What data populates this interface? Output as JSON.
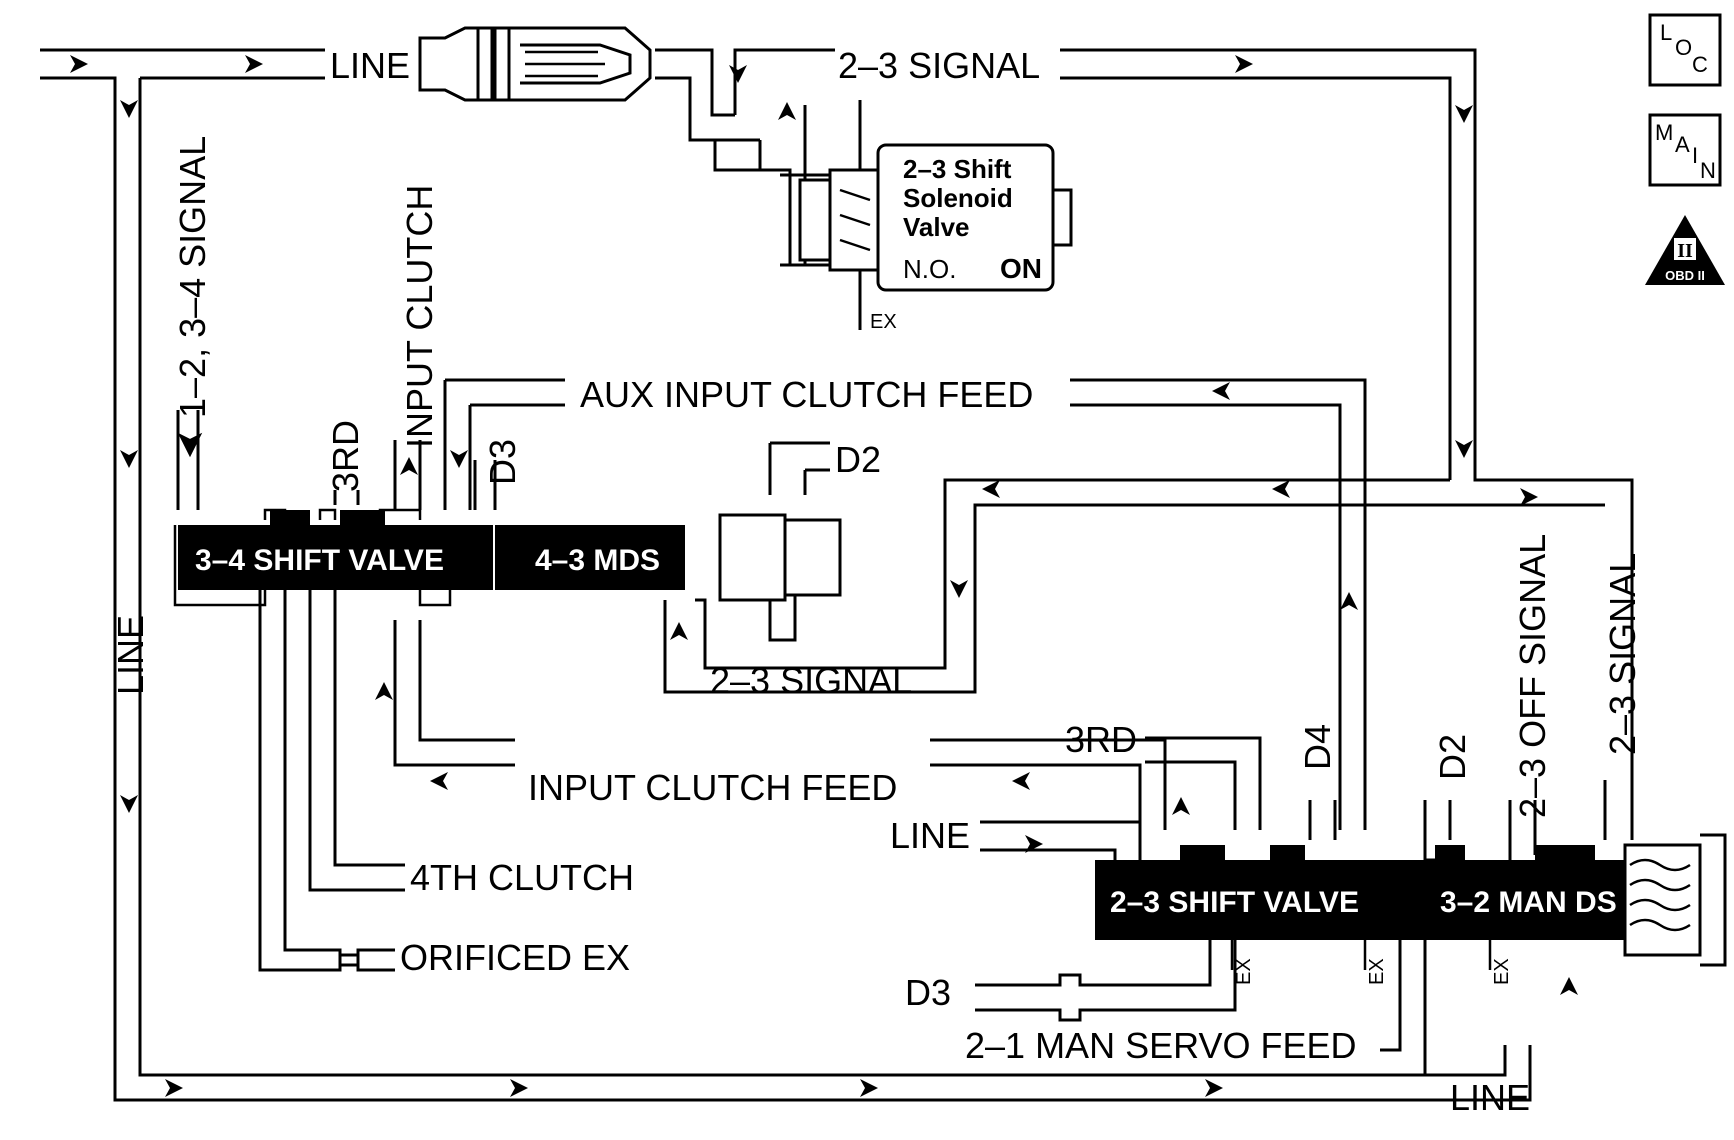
{
  "labels": {
    "line_top": "LINE",
    "signal_23_top": "2–3 SIGNAL",
    "signal_12_34": "1–2, 3–4 SIGNAL",
    "input_clutch": "INPUT CLUTCH",
    "third_left": "3RD",
    "d3_left": "D3",
    "aux_input_clutch_feed": "AUX INPUT CLUTCH FEED",
    "d2_top": "D2",
    "line_left_vertical": "LINE",
    "signal_23_mid": "2–3 SIGNAL",
    "third_right": "3RD",
    "input_clutch_feed": "INPUT CLUTCH FEED",
    "d4": "D4",
    "d2_right": "D2",
    "off_signal_23": "2–3 OFF SIGNAL",
    "signal_23_right": "2–3 SIGNAL",
    "line_right": "LINE",
    "fourth_clutch": "4TH CLUTCH",
    "orificed_ex": "ORIFICED EX",
    "d3_bottom": "D3",
    "man_servo_feed": "2–1 MAN SERVO FEED",
    "line_bottom": "LINE",
    "ex_solenoid": "EX",
    "ex_1": "EX",
    "ex_2": "EX",
    "ex_3": "EX"
  },
  "valves": {
    "shift_34": "3–4 SHIFT VALVE",
    "mds_43": "4–3 MDS",
    "shift_23": "2–3 SHIFT VALVE",
    "man_ds_32": "3–2 MAN DS"
  },
  "solenoid": {
    "line1": "2–3 Shift",
    "line2": "Solenoid",
    "line3": "Valve",
    "state_type": "N.O.",
    "state": "ON"
  },
  "icons": {
    "loc_L": "L",
    "loc_O": "O",
    "loc_C": "C",
    "main_M": "M",
    "main_A": "A",
    "main_I": "I",
    "main_N": "N",
    "obd_roman": "II",
    "obd_text": "OBD II"
  }
}
